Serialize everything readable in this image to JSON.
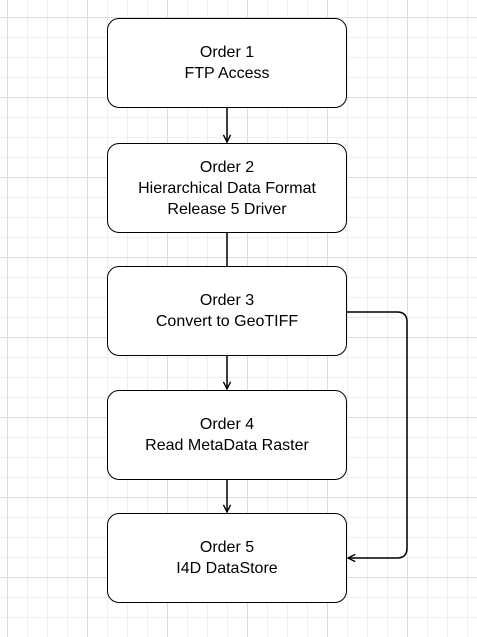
{
  "diagram": {
    "nodes": [
      {
        "id": "n1",
        "title": "Order 1",
        "subtitle": "FTP Access",
        "subtitle2": ""
      },
      {
        "id": "n2",
        "title": "Order 2",
        "subtitle": "Hierarchical Data Format",
        "subtitle2": "Release 5 Driver"
      },
      {
        "id": "n3",
        "title": "Order 3",
        "subtitle": "Convert to GeoTIFF",
        "subtitle2": ""
      },
      {
        "id": "n4",
        "title": "Order 4",
        "subtitle": "Read MetaData Raster",
        "subtitle2": ""
      },
      {
        "id": "n5",
        "title": "Order 5",
        "subtitle": "I4D DataStore",
        "subtitle2": ""
      }
    ],
    "edges": [
      {
        "from": "n1",
        "to": "n2",
        "arrow": true
      },
      {
        "from": "n2",
        "to": "n3",
        "arrow": false
      },
      {
        "from": "n3",
        "to": "n4",
        "arrow": true
      },
      {
        "from": "n4",
        "to": "n5",
        "arrow": true
      },
      {
        "from": "n3",
        "to": "n5",
        "arrow": true,
        "route": "right-side"
      }
    ],
    "colors": {
      "stroke": "#000000",
      "fill": "#ffffff",
      "grid": "#dcdcdc"
    }
  }
}
